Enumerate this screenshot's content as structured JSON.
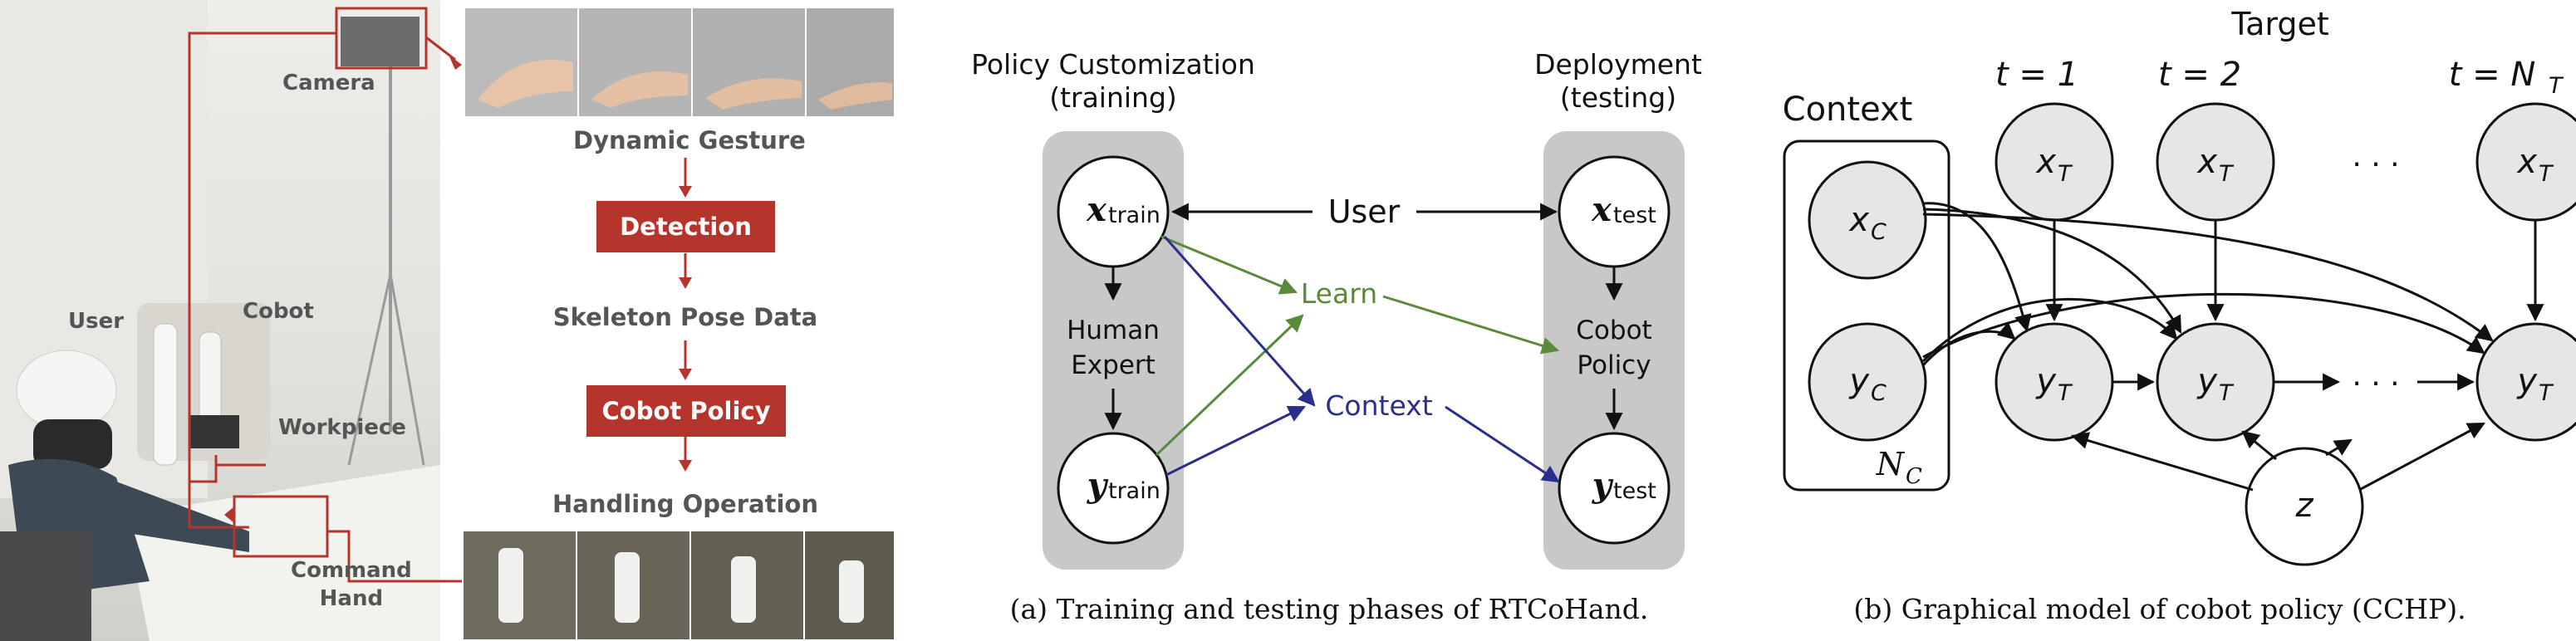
{
  "left_panel": {
    "labels": {
      "camera": "Camera",
      "user": "User",
      "cobot": "Cobot",
      "workpiece": "Workpiece",
      "command_hand": "Command\nHand"
    },
    "pipeline": {
      "dynamic_gesture": "Dynamic Gesture",
      "detection": "Detection",
      "skeleton_pose": "Skeleton Pose Data",
      "cobot_policy": "Cobot Policy",
      "handling_operation": "Handling Operation"
    }
  },
  "panel_a": {
    "col_training": [
      "Policy Customization",
      "(training)"
    ],
    "col_testing": [
      "Deployment",
      "(testing)"
    ],
    "x_train": "x",
    "x_train_sub": "train",
    "y_train": "y",
    "y_train_sub": "train",
    "x_test": "x",
    "x_test_sub": "test",
    "y_test": "y",
    "y_test_sub": "test",
    "human_expert": [
      "Human",
      "Expert"
    ],
    "cobot_policy": [
      "Cobot",
      "Policy"
    ],
    "user": "User",
    "learn": "Learn",
    "context": "Context",
    "caption": "(a) Training and testing phases of RTCoHand."
  },
  "panel_b": {
    "target": "Target",
    "context_title": "Context",
    "t_labels": [
      "t = 1",
      "t = 2",
      "t = N"
    ],
    "t_sub": "T",
    "ellipsis": "· · ·",
    "xc": "x",
    "xc_sub": "C",
    "yc": "y",
    "yc_sub": "C",
    "nc": "N",
    "nc_sub": "C",
    "xt": "x",
    "xt_sub": "T",
    "yt": "y",
    "yt_sub": "T",
    "z": "z",
    "caption": "(b) Graphical model of cobot policy (CCHP)."
  },
  "colors": {
    "accent_red": "#b5352c",
    "learn_green": "#5a8a3a",
    "context_blue": "#2b2f8c",
    "gray_box": "#c8c8c8",
    "node_fill": "#e6e6e6"
  }
}
